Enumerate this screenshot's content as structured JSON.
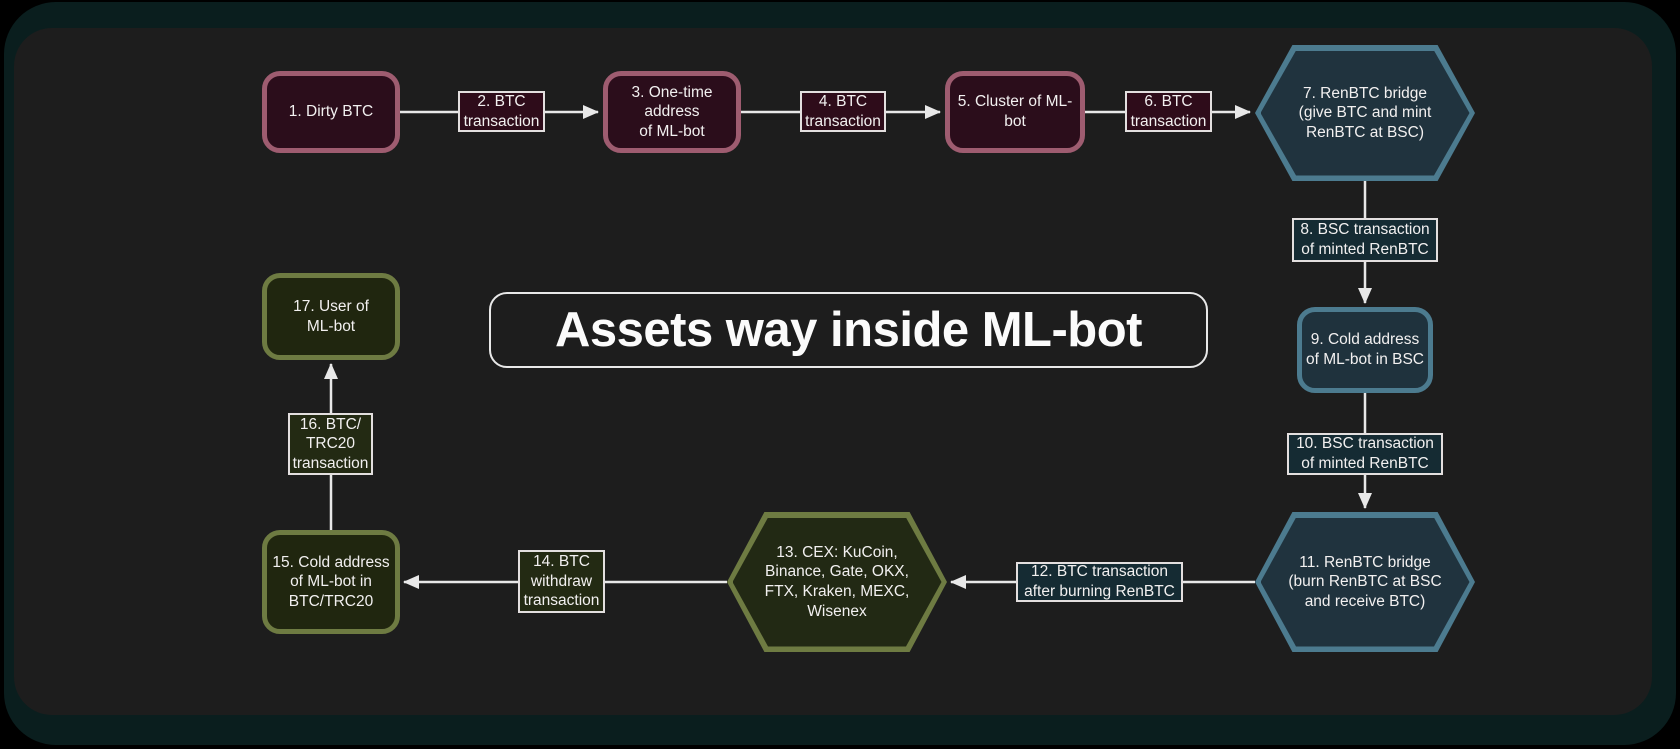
{
  "title": "Assets way inside ML-bot",
  "theme": {
    "canvas_background": "#1d1d1d",
    "frame_glow": "#0a1e1e",
    "maroon_fill": "#2b0d1b",
    "maroon_border": "#9e5c70",
    "teal_fill": "#1f323d",
    "teal_label_fill": "#152b33",
    "teal_border": "#4c7b8f",
    "olive_fill": "#20260f",
    "olive_hex_fill": "#222914",
    "olive_border": "#6e7b42",
    "edge_label_border": "#e3dfdf",
    "arrow_color": "#e8e8e8",
    "text_color": "#f2f0f0"
  },
  "nodes": {
    "n1": "1. Dirty BTC",
    "n2": "2. BTC\ntransaction",
    "n3": "3. One-time\naddress\nof ML-bot",
    "n4": "4. BTC\ntransaction",
    "n5": "5. Cluster of ML-\nbot",
    "n6": "6. BTC\ntransaction",
    "n7": "7. RenBTC bridge\n(give BTC and mint\nRenBTC at BSC)",
    "n8": "8. BSC transaction\nof minted RenBTC",
    "n9": "9. Cold address\nof ML-bot in BSC",
    "n10": "10. BSC transaction\nof minted RenBTC",
    "n11": "11. RenBTC bridge\n(burn RenBTC at BSC\nand receive BTC)",
    "n12": "12. BTC transaction\nafter burning RenBTC",
    "n13": "13. CEX: KuCoin,\nBinance, Gate, OKX,\nFTX, Kraken, MEXC,\nWisenex",
    "n14": "14. BTC\nwithdraw\ntransaction",
    "n15": "15. Cold address\nof ML-bot in\nBTC/TRC20",
    "n16": "16. BTC/\nTRC20\ntransaction",
    "n17": "17. User of\nML-bot"
  },
  "flow_order": [
    "n1",
    "n2",
    "n3",
    "n4",
    "n5",
    "n6",
    "n7",
    "n8",
    "n9",
    "n10",
    "n11",
    "n12",
    "n13",
    "n14",
    "n15",
    "n16",
    "n17"
  ]
}
